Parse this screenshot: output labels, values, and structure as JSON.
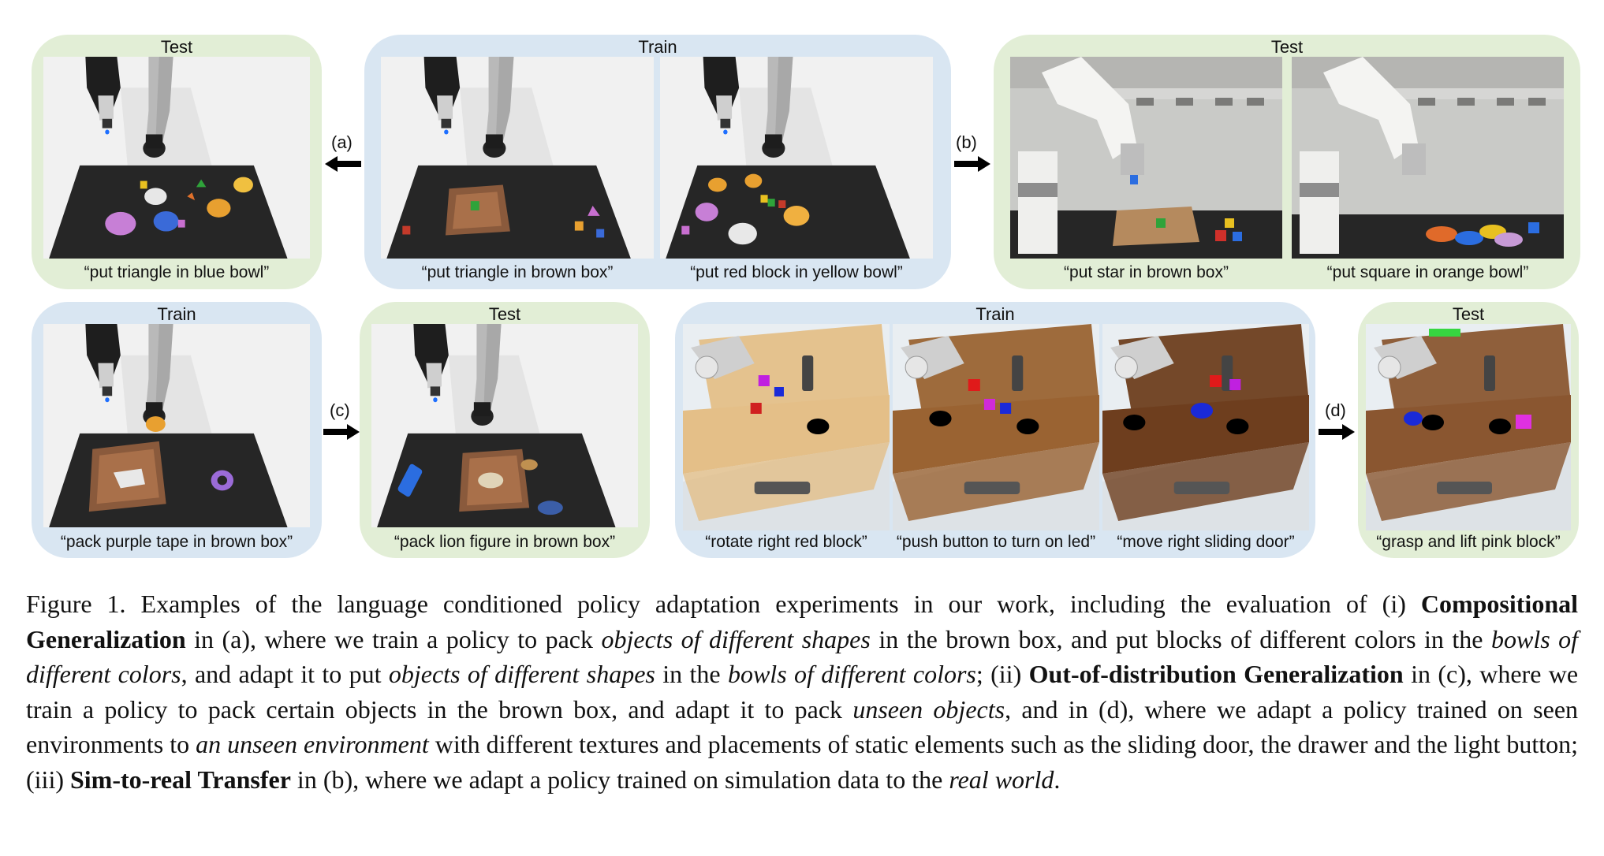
{
  "panels": {
    "a_test": {
      "title": "Test",
      "caption": "“put triangle in blue bowl”"
    },
    "ab_train": {
      "title": "Train",
      "captions": [
        "“put triangle in brown box”",
        "“put red block in yellow bowl”"
      ]
    },
    "b_test": {
      "title": "Test",
      "captions": [
        "“put star in brown box”",
        "“put square in orange bowl”"
      ]
    },
    "c_train": {
      "title": "Train",
      "caption": "“pack purple tape in brown box”"
    },
    "c_test": {
      "title": "Test",
      "caption": "“pack lion figure in brown box”"
    },
    "d_train": {
      "title": "Train",
      "captions": [
        "“rotate right red block”",
        "“push button to turn on led”",
        "“move right sliding door”"
      ]
    },
    "d_test": {
      "title": "Test",
      "caption": "“grasp and lift pink block”"
    }
  },
  "arrows": {
    "a": "(a)",
    "b": "(b)",
    "c": "(c)",
    "d": "(d)"
  },
  "figure_caption": {
    "p1": "Figure 1. Examples of the language conditioned policy adaptation experiments in our work, including the evaluation of (i) ",
    "b1": "Compositional Generalization",
    "p2": " in (a), where we train a policy to pack ",
    "i1": "objects of different shapes",
    "p3": " in the brown box, and put blocks of different colors in the ",
    "i2": "bowls of different colors",
    "p4": ", and adapt it to put ",
    "i3": "objects of different shapes",
    "p5": " in the ",
    "i4": "bowls of different colors",
    "p6": "; (ii) ",
    "b2": "Out-of-distribution Generalization",
    "p7": " in (c), where we train a policy to pack certain objects in the brown box, and adapt it to pack ",
    "i5": "unseen objects",
    "p8": ", and in (d), where we adapt a policy trained on seen environments to ",
    "i6": "an unseen environment",
    "p9": " with different textures and placements of static elements such as the sliding door, the drawer and the light button; (iii) ",
    "b3": "Sim-to-real Transfer",
    "p10": " in (b), where we adapt a policy trained on simulation data to the ",
    "i7": "real world",
    "p11": "."
  },
  "colors": {
    "test_bg": "#e2eed6",
    "train_bg": "#d9e6f2",
    "table": "#262626"
  }
}
